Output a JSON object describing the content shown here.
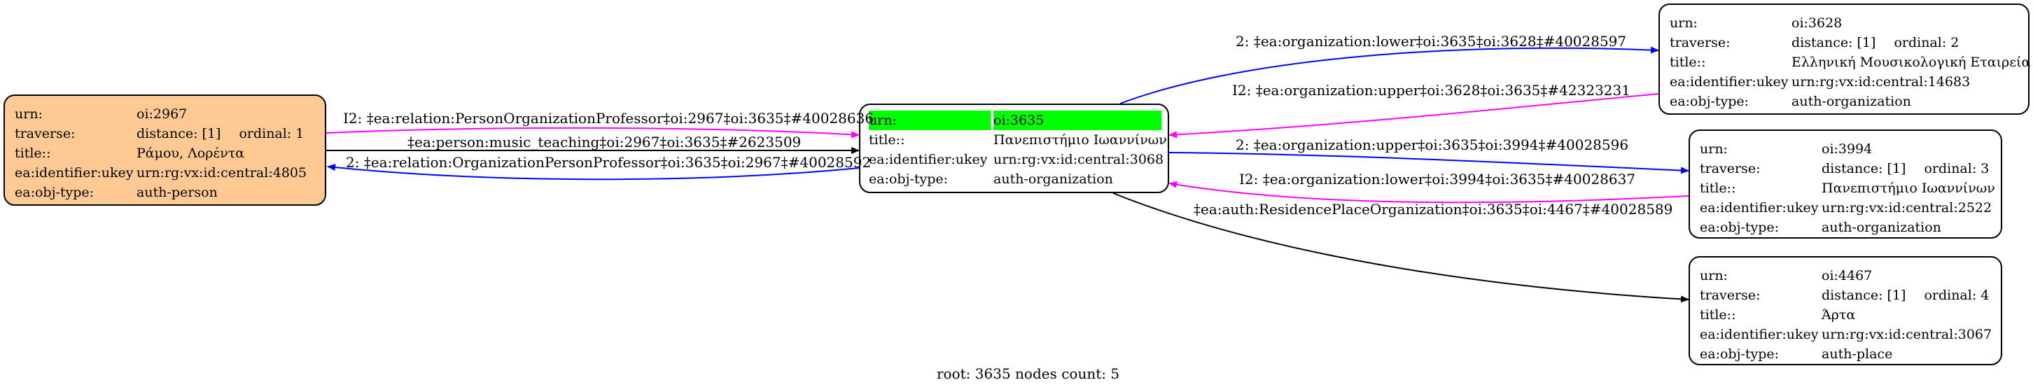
{
  "colors": {
    "root_fill": "#ffffff",
    "person_fill": "#ffc993",
    "node_fill": "#ffffff",
    "highlight": "#00ff00",
    "edge_blue": "#0000ff",
    "edge_magenta": "#ff00ff",
    "edge_black": "#000000"
  },
  "nodes": {
    "person": {
      "urn_k": "urn:",
      "urn_v": "oi:2967",
      "traverse_k": "traverse:",
      "distance": "distance: [1]",
      "ordinal": "ordinal: 1",
      "title_k": "title::",
      "title_v": "Ράμου, Λορέντα",
      "ukey_k": "ea:identifier:ukey",
      "ukey_v": "urn:rg:vx:id:central:4805",
      "type_k": "ea:obj-type:",
      "type_v": "auth-person"
    },
    "root": {
      "urn_k": "urn:",
      "urn_v": "oi:3635",
      "title_k": "title::",
      "title_v": "Πανεπιστήμιο Ιωαννίνων",
      "ukey_k": "ea:identifier:ukey",
      "ukey_v": "urn:rg:vx:id:central:3068",
      "type_k": "ea:obj-type:",
      "type_v": "auth-organization"
    },
    "org3628": {
      "urn_k": "urn:",
      "urn_v": "oi:3628",
      "traverse_k": "traverse:",
      "distance": "distance: [1]",
      "ordinal": "ordinal: 2",
      "title_k": "title::",
      "title_v": "Ελληνική Μουσικολογική Εταιρεία",
      "ukey_k": "ea:identifier:ukey",
      "ukey_v": "urn:rg:vx:id:central:14683",
      "type_k": "ea:obj-type:",
      "type_v": "auth-organization"
    },
    "org3994": {
      "urn_k": "urn:",
      "urn_v": "oi:3994",
      "traverse_k": "traverse:",
      "distance": "distance: [1]",
      "ordinal": "ordinal: 3",
      "title_k": "title::",
      "title_v": "Πανεπιστήμιο Ιωαννίνων",
      "ukey_k": "ea:identifier:ukey",
      "ukey_v": "urn:rg:vx:id:central:2522",
      "type_k": "ea:obj-type:",
      "type_v": "auth-organization"
    },
    "place4467": {
      "urn_k": "urn:",
      "urn_v": "oi:4467",
      "traverse_k": "traverse:",
      "distance": "distance: [1]",
      "ordinal": "ordinal: 4",
      "title_k": "title::",
      "title_v": "Άρτα",
      "ukey_k": "ea:identifier:ukey",
      "ukey_v": "urn:rg:vx:id:central:3067",
      "type_k": "ea:obj-type:",
      "type_v": "auth-place"
    }
  },
  "edges": {
    "e_person_root_prof": "I2: ‡ea:relation:PersonOrganizationProfessor‡oi:2967‡oi:3635‡#40028636",
    "e_person_root_music": "‡ea:person:music_teaching‡oi:2967‡oi:3635‡#2623509",
    "e_root_person_prof": "2: ‡ea:relation:OrganizationPersonProfessor‡oi:3635‡oi:2967‡#40028592",
    "e_root_3628_lower": "2: ‡ea:organization:lower‡oi:3635‡oi:3628‡#40028597",
    "e_3628_root_upper": "I2: ‡ea:organization:upper‡oi:3628‡oi:3635‡#42323231",
    "e_root_3994_upper": "2: ‡ea:organization:upper‡oi:3635‡oi:3994‡#40028596",
    "e_3994_root_lower": "I2: ‡ea:organization:lower‡oi:3994‡oi:3635‡#40028637",
    "e_root_4467_residence": "‡ea:auth:ResidencePlaceOrganization‡oi:3635‡oi:4467‡#40028589"
  },
  "footer": "root: 3635 nodes count: 5"
}
